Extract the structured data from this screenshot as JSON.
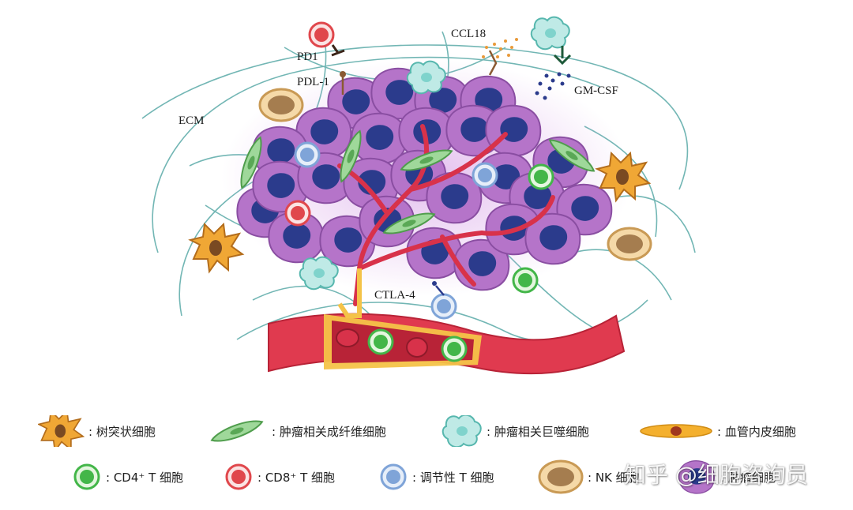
{
  "labels": {
    "pd1": "PD1",
    "pdl1": "PDL-1",
    "ccl18": "CCL18",
    "gmcsf": "GM-CSF",
    "ecm": "ECM",
    "ctla4": "CTLA-4"
  },
  "legend": [
    {
      "key": "dendritic",
      "text": ": 树突状细胞"
    },
    {
      "key": "caf",
      "text": ": 肿瘤相关成纤维细胞"
    },
    {
      "key": "tam",
      "text": ": 肿瘤相关巨噬细胞"
    },
    {
      "key": "endothelial",
      "text": ": 血管内皮细胞"
    },
    {
      "key": "cd4",
      "text": ": CD4⁺ T 细胞"
    },
    {
      "key": "cd8",
      "text": ": CD8⁺ T 细胞"
    },
    {
      "key": "treg",
      "text": ": 调节性 T 细胞"
    },
    {
      "key": "nk",
      "text": ": NK 细胞"
    },
    {
      "key": "tumor",
      "text": ": 肿瘤细胞"
    }
  ],
  "watermark": "知乎 @细胞咨询员",
  "colors": {
    "tumor_body": "#b574c9",
    "tumor_nucleus": "#2b3b8c",
    "vessel": "#d8324a",
    "ecm_fiber": "#5aaaa8",
    "cd4": "#43b649",
    "cd8": "#e0474c",
    "treg": "#7fa4d8",
    "nk": "#c99a55",
    "dendritic": "#f0a735",
    "caf": "#7cc27a",
    "tam": "#7fd3cc"
  }
}
